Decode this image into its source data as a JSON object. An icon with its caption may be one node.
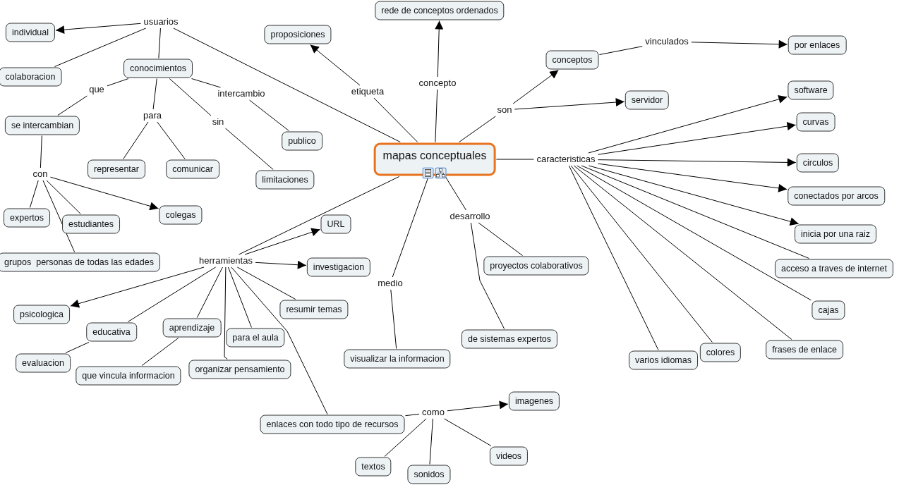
{
  "diagram": {
    "nodes": [
      {
        "text": [
          "mapas conceptuales"
        ]
      },
      {
        "text": [
          "usuarios"
        ]
      },
      {
        "text": [
          "individual"
        ]
      },
      {
        "text": [
          "colaboracion"
        ]
      },
      {
        "text": [
          "conocimientos"
        ]
      },
      {
        "text": [
          "que"
        ]
      },
      {
        "text": [
          "se intercambian"
        ]
      },
      {
        "text": [
          "para"
        ]
      },
      {
        "text": [
          "representar"
        ]
      },
      {
        "text": [
          "comunicar"
        ]
      },
      {
        "text": [
          "sin"
        ]
      },
      {
        "text": [
          "limitaciones"
        ]
      },
      {
        "text": [
          "intercambio"
        ]
      },
      {
        "text": [
          "publico"
        ]
      },
      {
        "text": [
          "con"
        ]
      },
      {
        "text": [
          "expertos"
        ]
      },
      {
        "text": [
          "estudiantes"
        ]
      },
      {
        "text": [
          "colegas"
        ]
      },
      {
        "text": [
          "grupos  personas de todas las edades"
        ]
      },
      {
        "text": [
          "etiqueta"
        ]
      },
      {
        "text": [
          "proposiciones"
        ]
      },
      {
        "text": [
          "concepto"
        ]
      },
      {
        "text": [
          "rede de conceptos ordenados"
        ]
      },
      {
        "text": [
          "son"
        ]
      },
      {
        "text": [
          "conceptos"
        ]
      },
      {
        "text": [
          "vinculados"
        ]
      },
      {
        "text": [
          "por enlaces"
        ]
      },
      {
        "text": [
          "servidor"
        ]
      },
      {
        "text": [
          "caracteristicas"
        ]
      },
      {
        "text": [
          "software"
        ]
      },
      {
        "text": [
          "curvas"
        ]
      },
      {
        "text": [
          "circulos"
        ]
      },
      {
        "text": [
          "conectados por arcos"
        ]
      },
      {
        "text": [
          "inicia por una raiz"
        ]
      },
      {
        "text": [
          "acceso a traves de internet"
        ]
      },
      {
        "text": [
          "cajas"
        ]
      },
      {
        "text": [
          "frases de enlace"
        ]
      },
      {
        "text": [
          "colores"
        ]
      },
      {
        "text": [
          "varios idiomas"
        ]
      },
      {
        "text": [
          "desarrollo"
        ]
      },
      {
        "text": [
          "proyectos colaborativos"
        ]
      },
      {
        "text": [
          "de sistemas expertos"
        ]
      },
      {
        "text": [
          "medio"
        ]
      },
      {
        "text": [
          "visualizar la informacion"
        ]
      },
      {
        "text": [
          "herramientas"
        ]
      },
      {
        "text": [
          "URL"
        ]
      },
      {
        "text": [
          "investigacion"
        ]
      },
      {
        "text": [
          "resumir temas"
        ]
      },
      {
        "text": [
          "psicologica"
        ]
      },
      {
        "text": [
          "educativa"
        ]
      },
      {
        "text": [
          "evaluacion"
        ]
      },
      {
        "text": [
          "aprendizaje"
        ]
      },
      {
        "text": [
          "que vincula informacion"
        ]
      },
      {
        "text": [
          "para el aula"
        ]
      },
      {
        "text": [
          "organizar pensamiento"
        ]
      },
      {
        "text": [
          "enlaces con todo tipo de recursos"
        ]
      },
      {
        "text": [
          "como"
        ]
      },
      {
        "text": [
          "imagenes"
        ]
      },
      {
        "text": [
          "textos"
        ]
      },
      {
        "text": [
          "sonidos"
        ]
      },
      {
        "text": [
          "videos"
        ]
      }
    ],
    "edges": [
      {
        "from": 1,
        "to": 2,
        "arrow": "to"
      },
      {
        "from": 1,
        "to": 3,
        "arrow": "none"
      },
      {
        "from": 1,
        "to": 4,
        "arrow": "none"
      },
      {
        "from": 0,
        "to": 1,
        "arrow": "none"
      },
      {
        "from": 4,
        "to": 5,
        "arrow": "none"
      },
      {
        "from": 5,
        "to": 6,
        "arrow": "none"
      },
      {
        "from": 4,
        "to": 7,
        "arrow": "none"
      },
      {
        "from": 7,
        "to": 8,
        "arrow": "none"
      },
      {
        "from": 7,
        "to": 9,
        "arrow": "none"
      },
      {
        "from": 4,
        "to": 10,
        "arrow": "none"
      },
      {
        "from": 10,
        "to": 11,
        "arrow": "none"
      },
      {
        "from": 4,
        "to": 12,
        "arrow": "none"
      },
      {
        "from": 12,
        "to": 13,
        "arrow": "none"
      },
      {
        "from": 6,
        "to": 14,
        "arrow": "none"
      },
      {
        "from": 14,
        "to": 15,
        "arrow": "none"
      },
      {
        "from": 14,
        "to": 16,
        "arrow": "none"
      },
      {
        "from": 14,
        "to": 18,
        "arrow": "none"
      },
      {
        "from": 14,
        "to": 17,
        "arrow": "to"
      },
      {
        "from": 0,
        "to": 19,
        "arrow": "none"
      },
      {
        "from": 19,
        "to": 20,
        "arrow": "to"
      },
      {
        "from": 0,
        "to": 21,
        "arrow": "none"
      },
      {
        "from": 21,
        "to": 22,
        "arrow": "to"
      },
      {
        "from": 0,
        "to": 23,
        "arrow": "none"
      },
      {
        "from": 23,
        "to": 24,
        "arrow": "to"
      },
      {
        "from": 23,
        "to": 27,
        "arrow": "to"
      },
      {
        "from": 24,
        "to": 25,
        "arrow": "none"
      },
      {
        "from": 25,
        "to": 26,
        "arrow": "to"
      },
      {
        "from": 0,
        "to": 28,
        "arrow": "none"
      },
      {
        "from": 28,
        "to": 29,
        "arrow": "to"
      },
      {
        "from": 28,
        "to": 30,
        "arrow": "to"
      },
      {
        "from": 28,
        "to": 31,
        "arrow": "to"
      },
      {
        "from": 28,
        "to": 32,
        "arrow": "to"
      },
      {
        "from": 28,
        "to": 33,
        "arrow": "to"
      },
      {
        "from": 28,
        "to": 34,
        "arrow": "none"
      },
      {
        "from": 28,
        "to": 35,
        "arrow": "none"
      },
      {
        "from": 28,
        "to": 36,
        "arrow": "none"
      },
      {
        "from": 28,
        "to": 37,
        "arrow": "none"
      },
      {
        "from": 28,
        "to": 38,
        "arrow": "none"
      },
      {
        "from": 0,
        "to": 39,
        "arrow": "none"
      },
      {
        "from": 39,
        "to": 40,
        "arrow": "none"
      },
      {
        "from": 39,
        "to": 41,
        "arrow": "none"
      },
      {
        "from": 0,
        "to": 42,
        "arrow": "none"
      },
      {
        "from": 42,
        "to": 43,
        "arrow": "none"
      },
      {
        "from": 0,
        "to": 44,
        "arrow": "none"
      },
      {
        "from": 44,
        "to": 45,
        "arrow": "to"
      },
      {
        "from": 44,
        "to": 46,
        "arrow": "to"
      },
      {
        "from": 44,
        "to": 47,
        "arrow": "none"
      },
      {
        "from": 44,
        "to": 48,
        "arrow": "to"
      },
      {
        "from": 44,
        "to": 49,
        "arrow": "none"
      },
      {
        "from": 49,
        "to": 50,
        "arrow": "none"
      },
      {
        "from": 44,
        "to": 51,
        "arrow": "none"
      },
      {
        "from": 51,
        "to": 52,
        "arrow": "none"
      },
      {
        "from": 44,
        "to": 53,
        "arrow": "none"
      },
      {
        "from": 44,
        "to": 54,
        "arrow": "none"
      },
      {
        "from": 44,
        "to": 55,
        "arrow": "none"
      },
      {
        "from": 55,
        "to": 56,
        "arrow": "none"
      },
      {
        "from": 56,
        "to": 57,
        "arrow": "to"
      },
      {
        "from": 56,
        "to": 58,
        "arrow": "none"
      },
      {
        "from": 56,
        "to": 59,
        "arrow": "none"
      },
      {
        "from": 56,
        "to": 60,
        "arrow": "none"
      }
    ]
  }
}
